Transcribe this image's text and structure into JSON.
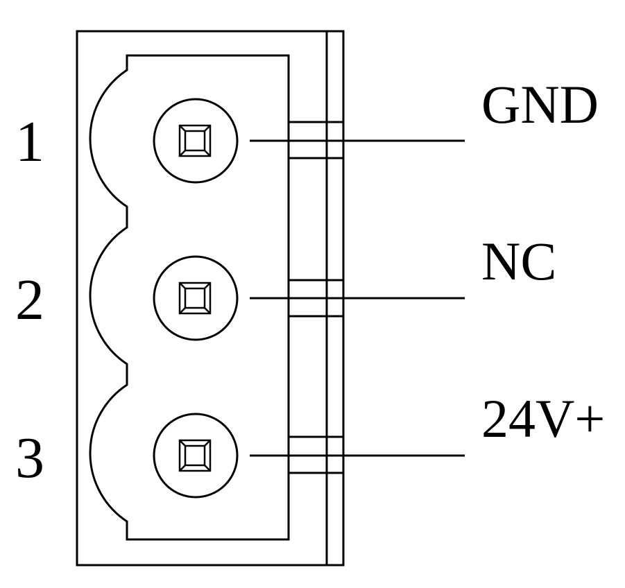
{
  "pins": [
    {
      "number": "1",
      "signal": "GND"
    },
    {
      "number": "2",
      "signal": "NC"
    },
    {
      "number": "3",
      "signal": "24V+"
    }
  ],
  "colors": {
    "line": "#000000",
    "background": "#ffffff"
  }
}
